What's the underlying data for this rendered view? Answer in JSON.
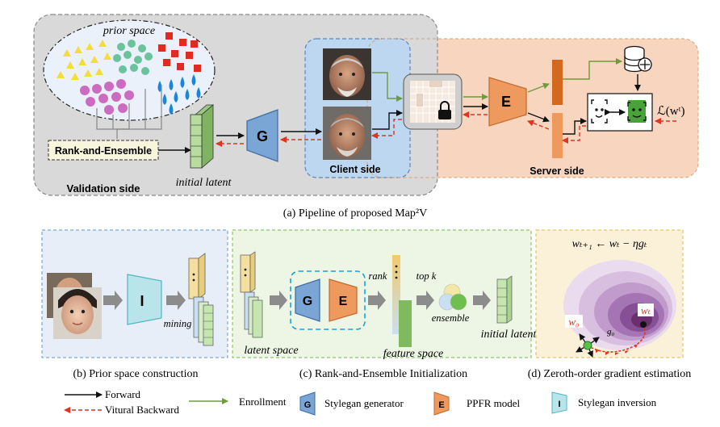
{
  "panel_a": {
    "caption": "(a) Pipeline of proposed  Map²V",
    "prior_space": "prior space",
    "rank_and_ensemble": "Rank-and-Ensemble",
    "validation_side": "Validation side",
    "initial_latent": "initial latent",
    "generator_letter": "G",
    "encoder_letter": "E",
    "client_side": "Client side",
    "server_side": "Server side",
    "loss": "ℒ(wᵗ)"
  },
  "panel_b": {
    "caption": "(b) Prior space construction",
    "inversion_letter": "I",
    "mining": "mining"
  },
  "panel_c": {
    "caption": "(c) Rank-and-Ensemble Initialization",
    "latent_space": "latent space",
    "feature_space": "feature space",
    "rank": "rank",
    "top_k": "top k",
    "ensemble": "ensemble",
    "initial_latent": "initial latent",
    "generator_letter": "G",
    "encoder_letter": "E"
  },
  "panel_d": {
    "caption": "(d) Zeroth-order gradient estimation",
    "equation": "wₜ₊₁ ← wₜ − ηgₜ",
    "w0": "w₀",
    "wt": "wₜ",
    "g0": "g₀"
  },
  "legend": {
    "forward": "Forward",
    "virtual_backward": "Vitural Backward",
    "enrollment": "Enrollment",
    "g_letter": "G",
    "g_label": "Stylegan generator",
    "e_letter": "E",
    "e_label": "PPFR model",
    "i_letter": "I",
    "i_label": "Stylegan inversion"
  },
  "colors": {
    "validation_bg": "#d9d9d9",
    "client_bg": "#bcd7ef",
    "server_bg": "#f8d5bf",
    "generator": "#7aa6d6",
    "encoder": "#ee9a5e",
    "latent_green": "#b7dc9e",
    "enroll_green": "#6e9b3b",
    "backward_red": "#e0341f",
    "panel_b_bg": "#e7eef8",
    "panel_c_bg": "#edf5e4",
    "panel_d_bg": "#fbf0d8",
    "contour": "#6b2f6e"
  },
  "icons": [
    "face-photo-icon",
    "lock-icon",
    "database-icon",
    "face-scan-icon",
    "child-photo-icon"
  ]
}
